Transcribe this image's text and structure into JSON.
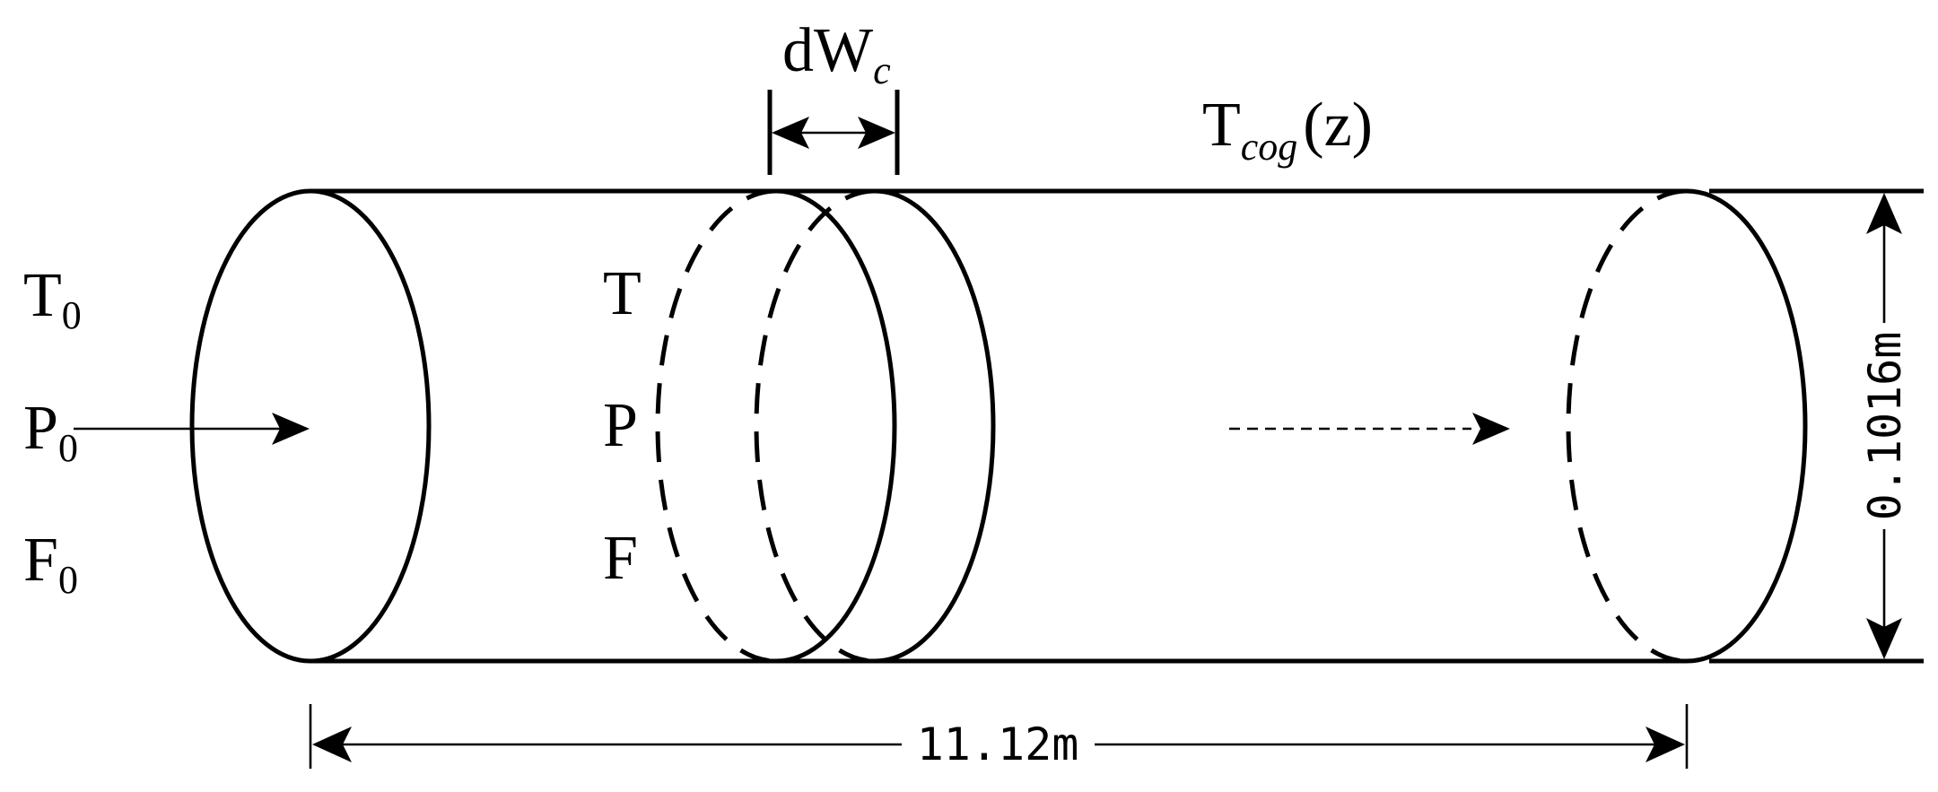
{
  "inlet": {
    "temperature": {
      "symbol": "T",
      "subscript": "0"
    },
    "pressure": {
      "symbol": "P",
      "subscript": "0"
    },
    "flow": {
      "symbol": "F",
      "subscript": "0"
    }
  },
  "section": {
    "temperature": "T",
    "pressure": "P",
    "flow": "F"
  },
  "element": {
    "symbol": "dW",
    "subscript": "c"
  },
  "wall": {
    "symbol": "T",
    "subscript": "cog",
    "argument": "(z)"
  },
  "dimensions": {
    "length": "11.12m",
    "diameter": "0.1016m"
  }
}
